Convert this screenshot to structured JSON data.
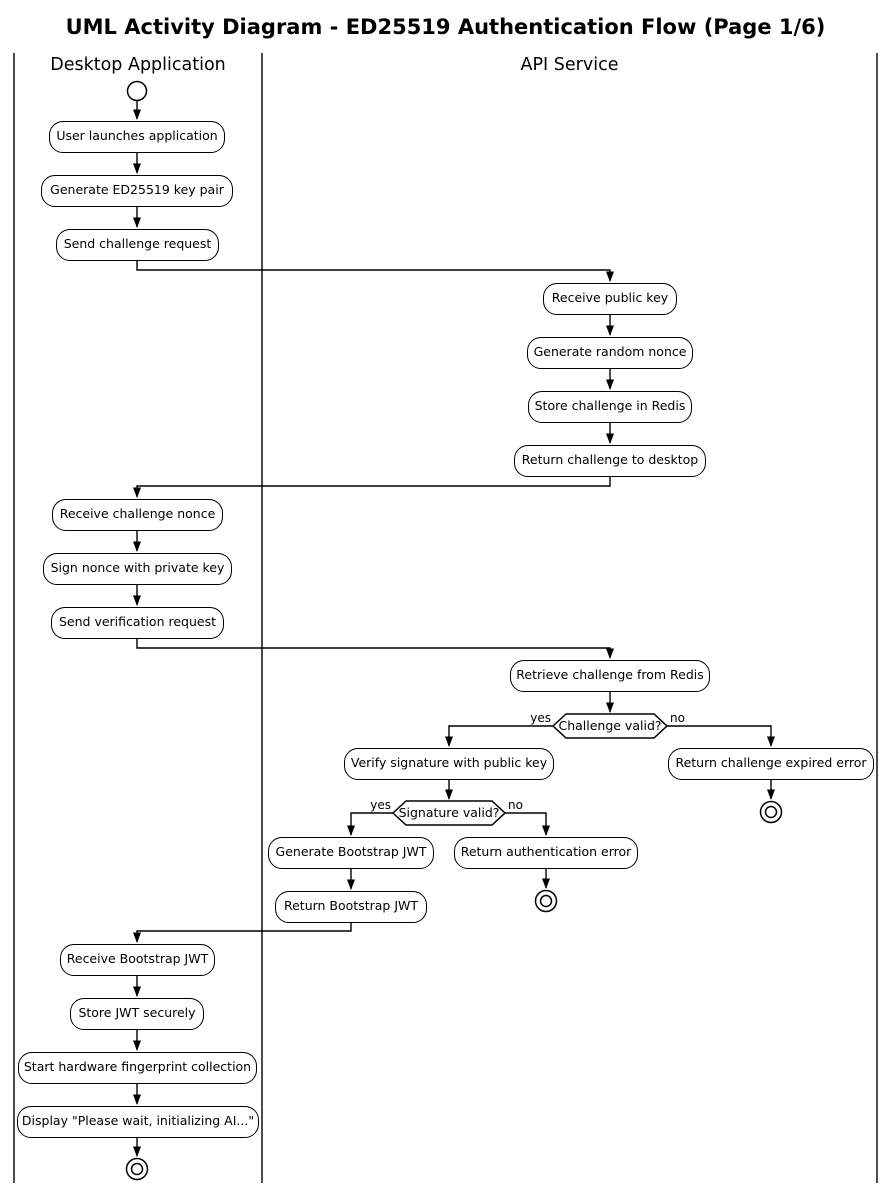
{
  "title": "UML Activity Diagram - ED25519 Authentication Flow (Page 1/6)",
  "lanes": [
    {
      "label": "Desktop Application"
    },
    {
      "label": "API Service"
    }
  ],
  "nodes": [
    {
      "label": "User launches application"
    },
    {
      "label": "Generate ED25519 key pair"
    },
    {
      "label": "Send challenge request"
    },
    {
      "label": "Receive public key"
    },
    {
      "label": "Generate random nonce"
    },
    {
      "label": "Store challenge in Redis"
    },
    {
      "label": "Return challenge to desktop"
    },
    {
      "label": "Receive challenge nonce"
    },
    {
      "label": "Sign nonce with private key"
    },
    {
      "label": "Send verification request"
    },
    {
      "label": "Retrieve challenge from Redis"
    },
    {
      "label": "Verify signature with public key"
    },
    {
      "label": "Return challenge expired error"
    },
    {
      "label": "Generate Bootstrap JWT"
    },
    {
      "label": "Return authentication error"
    },
    {
      "label": "Return Bootstrap JWT"
    },
    {
      "label": "Receive Bootstrap JWT"
    },
    {
      "label": "Store JWT securely"
    },
    {
      "label": "Start hardware fingerprint collection"
    },
    {
      "label": "Display \"Please wait, initializing AI...\""
    }
  ],
  "decisions": [
    {
      "label": "Challenge valid?",
      "yes_label": "yes",
      "no_label": "no"
    },
    {
      "label": "Signature valid?",
      "yes_label": "yes",
      "no_label": "no"
    }
  ],
  "colors": {
    "stroke": "#000000",
    "background": "#ffffff"
  }
}
